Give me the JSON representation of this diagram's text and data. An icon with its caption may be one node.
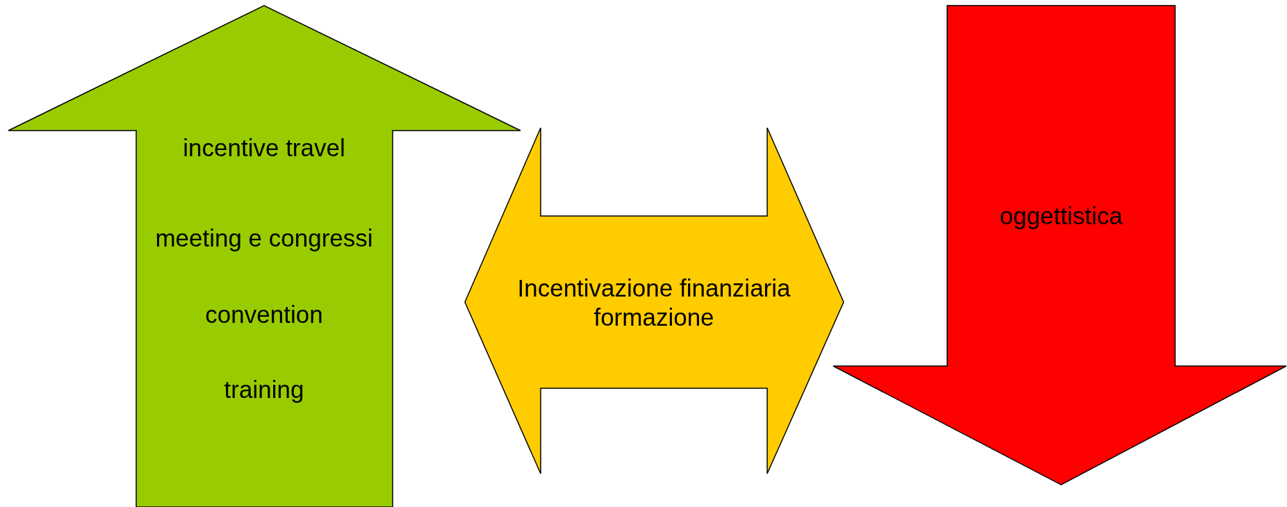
{
  "diagram": {
    "nodes": [
      {
        "text": [
          "incentive travel",
          "meeting e congressi",
          "convention",
          "training"
        ]
      },
      {
        "text": [
          "Incentivazione finanziaria",
          "formazione"
        ]
      },
      {
        "text": [
          "oggettistica"
        ]
      }
    ]
  }
}
